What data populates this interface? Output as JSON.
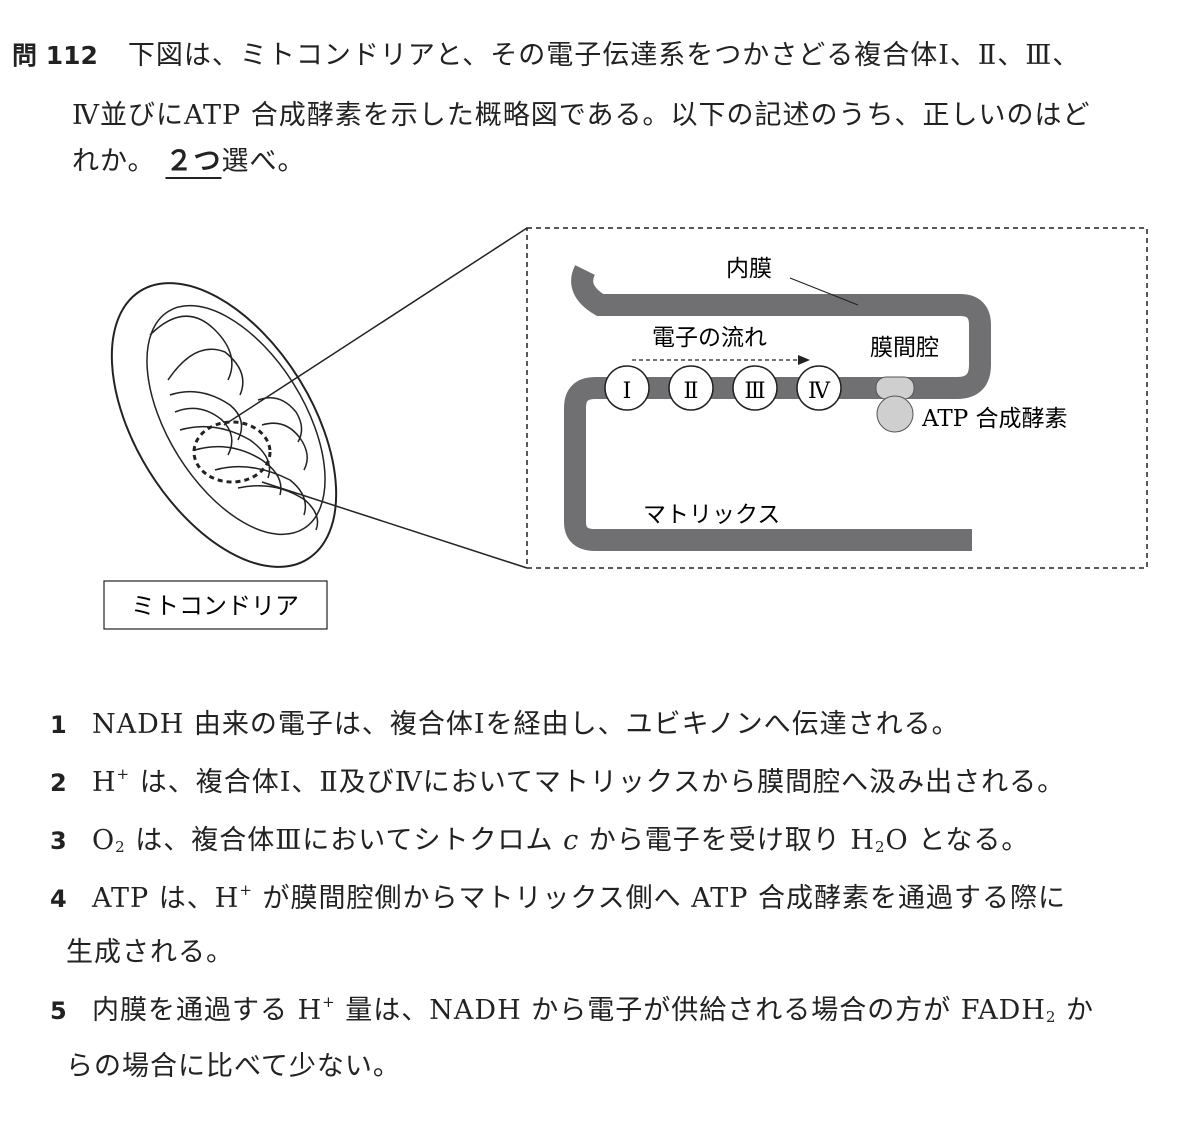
{
  "question": {
    "number": "問 112",
    "line1": "下図は、ミトコンドリアと、その電子伝達系をつかさどる複合体Ⅰ、Ⅱ、Ⅲ、",
    "line2": "Ⅳ並びにATP 合成酵素を示した概略図である。以下の記述のうち、正しいのはど",
    "line3_pre": "れか。",
    "line3_underlined": "２つ",
    "line3_post": "選べ。"
  },
  "figure": {
    "mitochondria_label": "ミトコンドリア",
    "inner_membrane_label": "内膜",
    "electron_flow_label": "電子の流れ",
    "intermembrane_space_label": "膜間腔",
    "atp_synthase_label": "ATP 合成酵素",
    "matrix_label": "マトリックス",
    "complexes": [
      "Ⅰ",
      "Ⅱ",
      "Ⅲ",
      "Ⅳ"
    ],
    "colors": {
      "membrane": "#707072",
      "synthase": "#cfcfcf",
      "line": "#222222"
    }
  },
  "options": [
    {
      "num": "1",
      "text": "NADH 由来の電子は、複合体Ⅰを経由し、ユビキノンへ伝達される。"
    },
    {
      "num": "2",
      "p1": "H",
      "sup": "+",
      "p2": " は、複合体Ⅰ、Ⅱ及びⅣにおいてマトリックスから膜間腔へ汲み出される。"
    },
    {
      "num": "3",
      "p1": "O",
      "sub": "2",
      "p2": " は、複合体Ⅲにおいてシトクロム ",
      "ital": "c",
      "p3": " から電子を受け取り H",
      "sub2": "2",
      "p4": "O となる。"
    },
    {
      "num": "4",
      "p1": "ATP は、H",
      "sup": "+",
      "p2": " が膜間腔側からマトリックス側へ ATP 合成酵素を通過する際に",
      "cont": "生成される。"
    },
    {
      "num": "5",
      "p1": "内膜を通過する H",
      "sup": "+",
      "p2": " 量は、NADH から電子が供給される場合の方が FADH",
      "sub": "2",
      "p3": " か",
      "cont": "らの場合に比べて少ない。"
    }
  ]
}
